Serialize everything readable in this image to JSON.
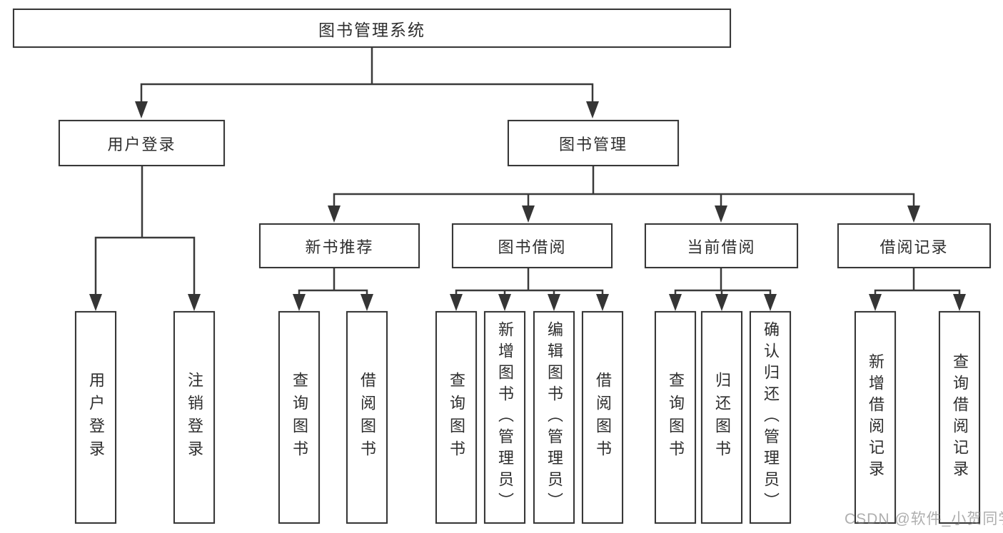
{
  "diagram": {
    "title": "图书管理系统",
    "branches": [
      {
        "label": "用户登录",
        "children": [
          {
            "label": "用户登录"
          },
          {
            "label": "注销登录"
          }
        ]
      },
      {
        "label": "图书管理",
        "sections": [
          {
            "label": "新书推荐",
            "children": [
              {
                "label": "查询图书"
              },
              {
                "label": "借阅图书"
              }
            ]
          },
          {
            "label": "图书借阅",
            "children": [
              {
                "label": "查询图书"
              },
              {
                "label": "新增图书（管理员）"
              },
              {
                "label": "编辑图书（管理员）"
              },
              {
                "label": "借阅图书"
              }
            ]
          },
          {
            "label": "当前借阅",
            "children": [
              {
                "label": "查询图书"
              },
              {
                "label": "归还图书"
              },
              {
                "label": "确认归还（管理员）"
              }
            ]
          },
          {
            "label": "借阅记录",
            "children": [
              {
                "label": "新增借阅记录"
              },
              {
                "label": "查询借阅记录"
              }
            ]
          }
        ]
      }
    ]
  },
  "watermark": {
    "text": "CSDN @软件_小贺同学"
  },
  "colors": {
    "line": "#3a3a3a",
    "box_border": "#383838",
    "text": "#2e2e2e",
    "arrow": "#353535",
    "watermark_text": "#7d7d7d",
    "background": "#ffffff"
  }
}
